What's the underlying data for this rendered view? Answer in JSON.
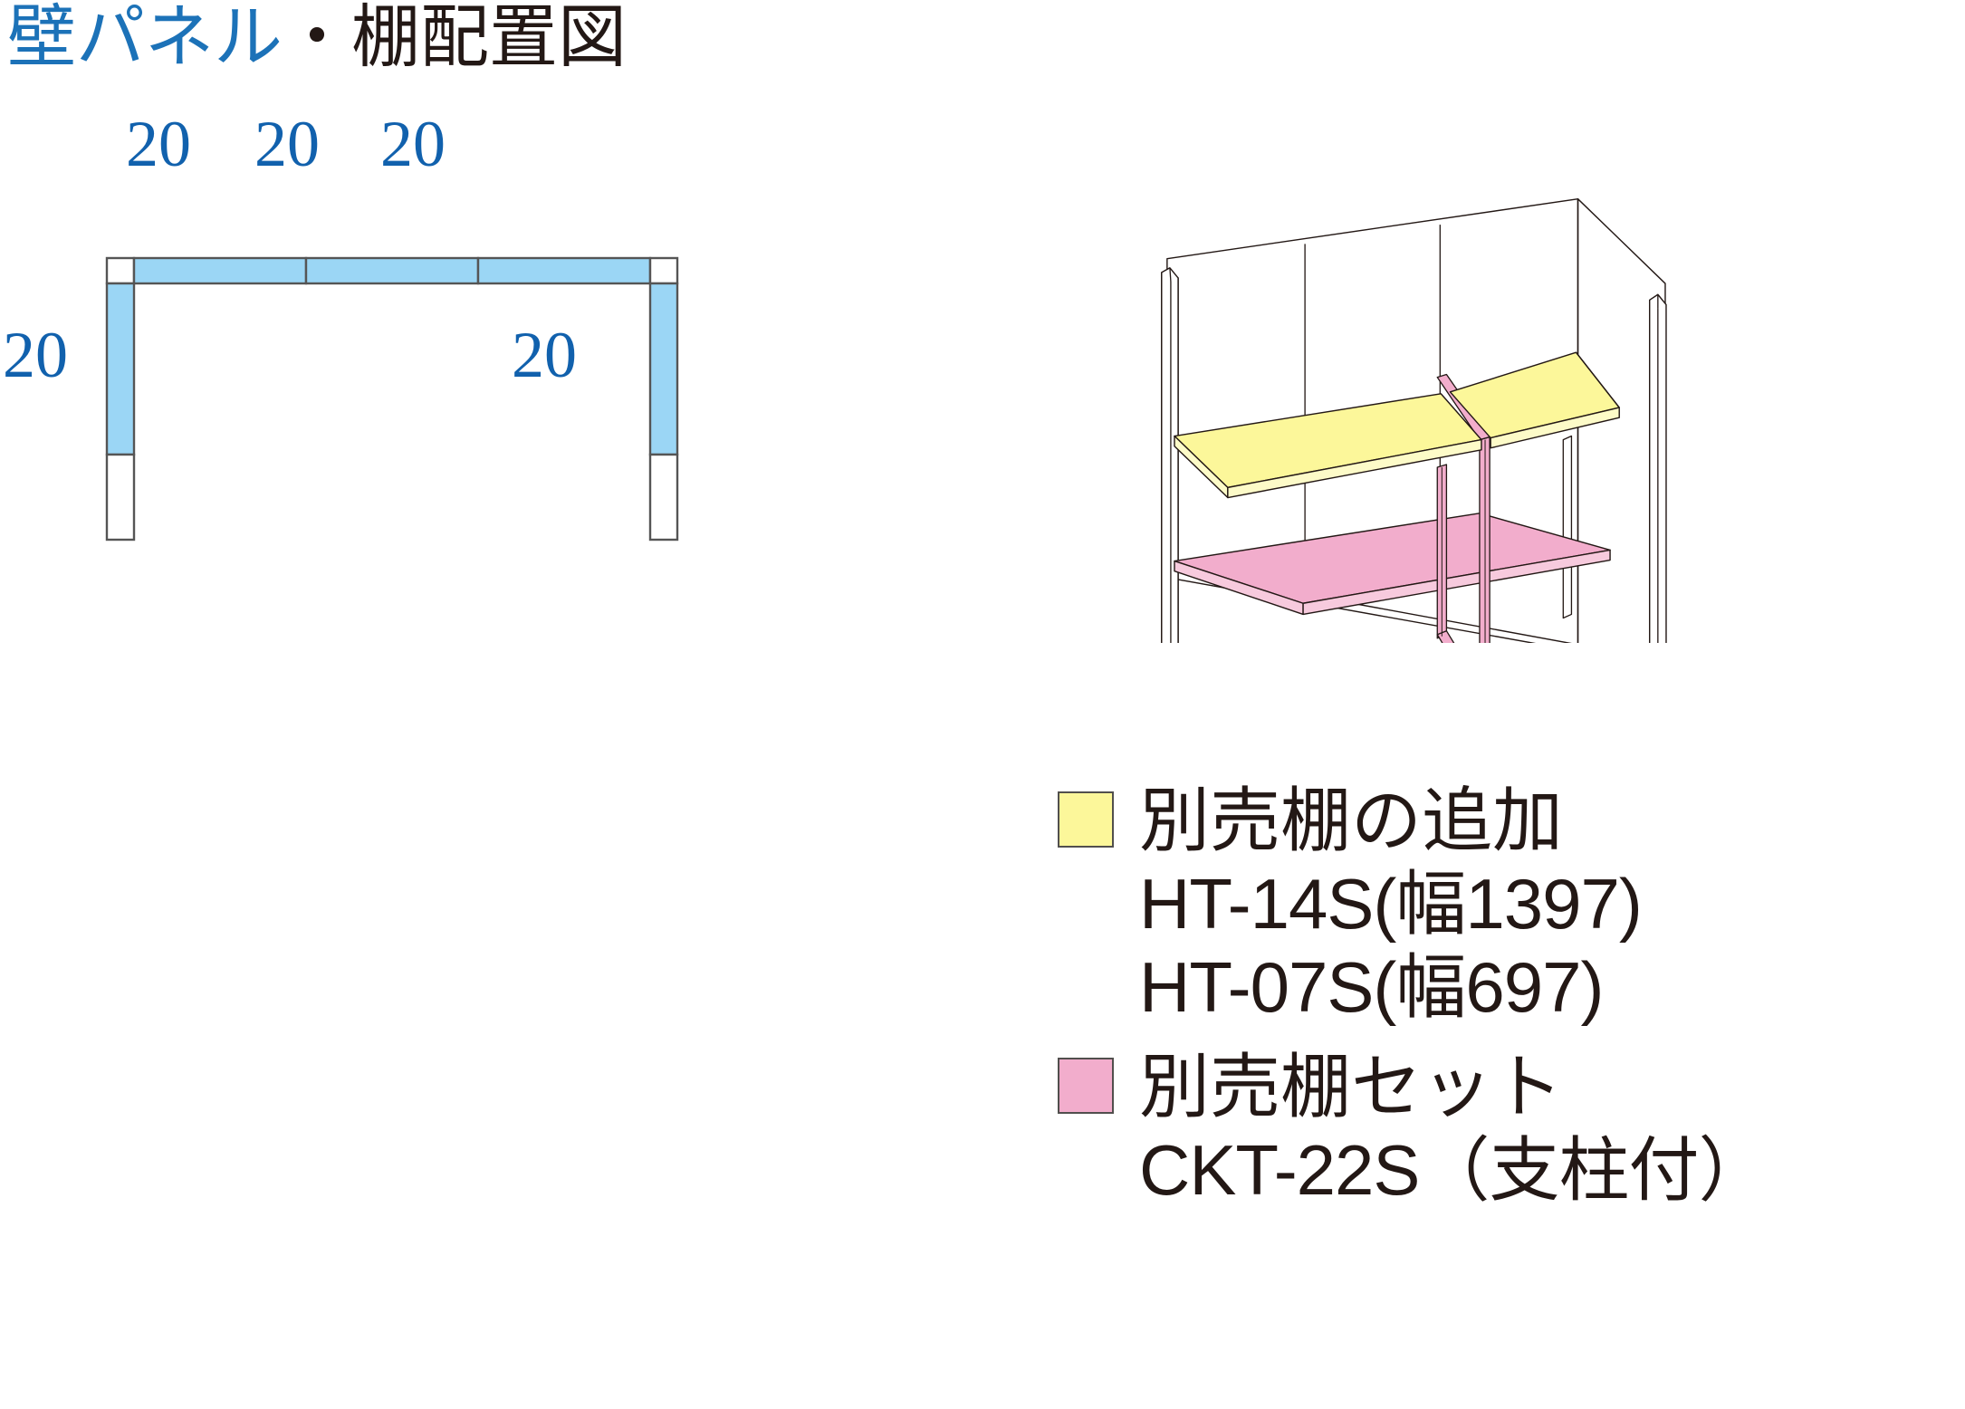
{
  "title": {
    "blue_part": "壁パネル",
    "dark_part": "・棚配置図",
    "full": "壁パネル・棚配置図"
  },
  "floor_plan": {
    "name": "wall-panel-shelf-layout-plan",
    "panel_color": "#9BD6F5",
    "corner_color": "#FFFFFF",
    "outline_color": "#555555",
    "dimension_text_color": "#1161AD",
    "top_dimensions": [
      "20",
      "20",
      "20"
    ],
    "left_dimension": "20",
    "right_dimension": "20"
  },
  "iso_diagram": {
    "name": "shed-interior-isometric",
    "upper_shelf_color": "#FCF79A",
    "lower_shelf_color": "#F2ADCC",
    "post_color": "#F2ADCC",
    "line_color": "#231815"
  },
  "legend": {
    "items": [
      {
        "swatch_color": "#FCF79A",
        "swatch_name": "yellow-swatch",
        "title": "別売棚の追加",
        "codes": [
          "HT-14S(幅1397)",
          "HT-07S(幅697)"
        ]
      },
      {
        "swatch_color": "#F2ADCC",
        "swatch_name": "pink-swatch",
        "title": "別売棚セット",
        "codes": [
          "CKT-22S（支柱付）"
        ]
      }
    ]
  }
}
